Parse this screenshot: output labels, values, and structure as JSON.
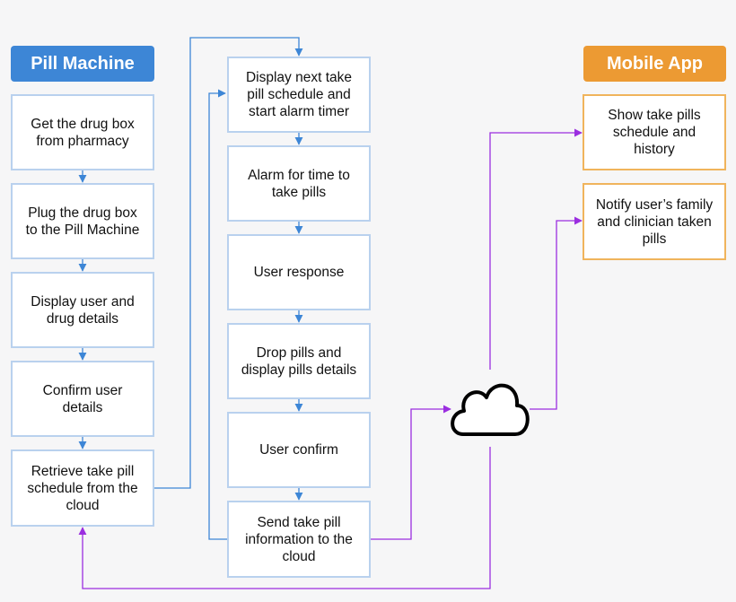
{
  "left_column": {
    "header": "Pill Machine",
    "header_color": "#3d86d6",
    "steps": [
      "Get the drug box\nfrom pharmacy",
      "Plug the drug box\nto the Pill Machine",
      "Display user and\ndrug details",
      "Confirm user\ndetails",
      "Retrieve take pill\nschedule from the\ncloud"
    ]
  },
  "middle_column": {
    "steps": [
      "Display next take\npill schedule and\nstart alarm timer",
      "Alarm for time to\ntake pills",
      "User response",
      "Drop pills and\ndisplay pills details",
      "User confirm",
      "Send take pill\ninformation to the\ncloud"
    ]
  },
  "right_column": {
    "header": "Mobile App",
    "header_color": "#ec9a33",
    "steps": [
      "Show take pills\nschedule and\nhistory",
      "Notify user’s family\nand clinician taken\npills"
    ]
  },
  "cloud": {
    "icon": "cloud-icon"
  },
  "colors": {
    "blue_arrow": "#3d86d6",
    "purple_arrow": "#9b2ee0",
    "blue_border": "#b9d1ee",
    "orange_border": "#f0b45c"
  }
}
